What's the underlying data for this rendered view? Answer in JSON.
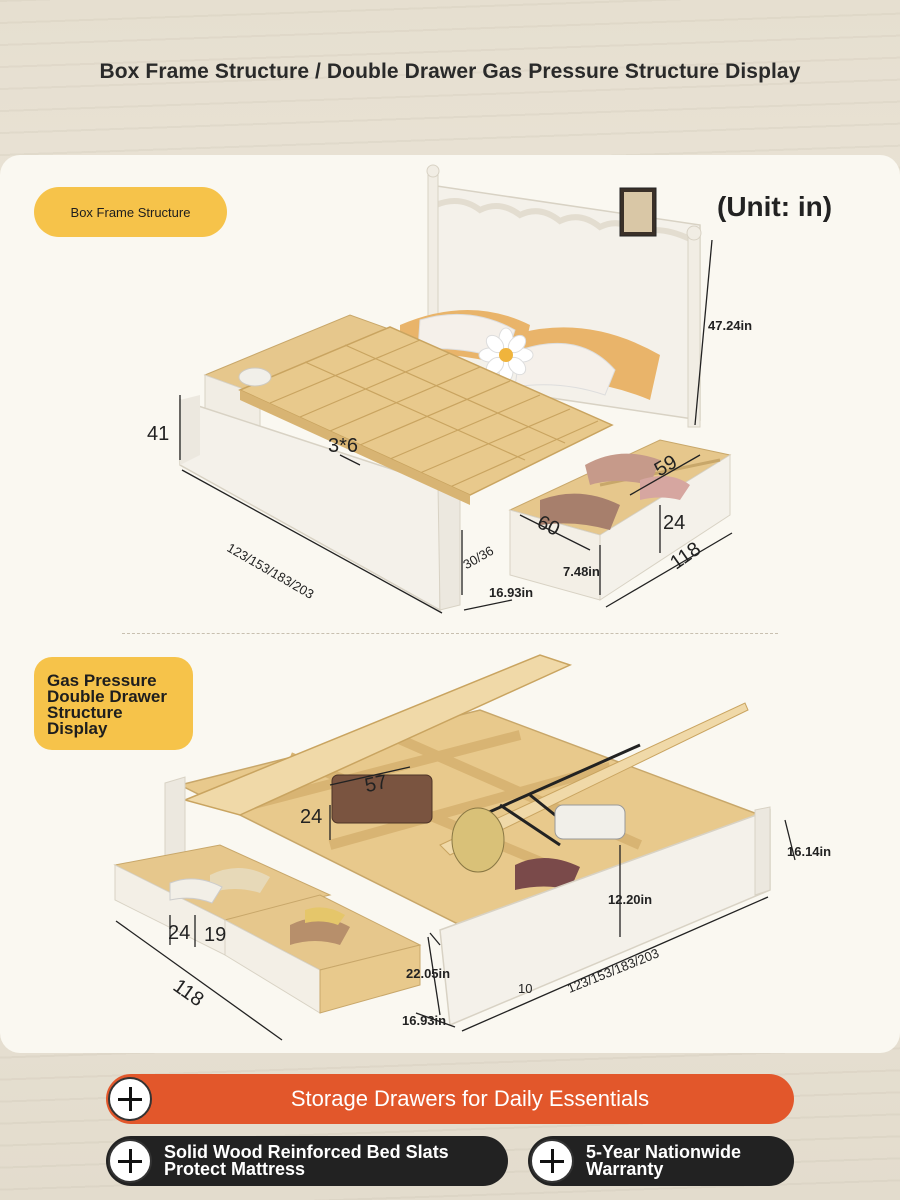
{
  "title": "Box Frame Structure / Double Drawer Gas Pressure Structure Display",
  "unit": "(Unit: in)",
  "section1": {
    "label": "Box Frame Structure",
    "dims": {
      "headboard_height": "47.24in",
      "frame_height": "41",
      "slat_size": "3*6",
      "length": "123/153/183/203",
      "drawer_width": "59",
      "drawer_depth": "60",
      "drawer_height": "24",
      "width": "118",
      "leg_height": "30/36",
      "drawer_lift": "7.48in",
      "side_depth": "16.93in"
    }
  },
  "section2": {
    "label": "Gas Pressure\nDouble Drawer\nStructure\nDisplay",
    "dims": {
      "compartment_width": "57",
      "compartment_height": "24",
      "side_height": "16.14in",
      "inner_height": "12.20in",
      "drawer_height": "24",
      "drawer_inner": "19",
      "width": "118",
      "drawer_depth": "22.05in",
      "front_offset": "10",
      "length": "123/153/183/203",
      "side_depth": "16.93in"
    }
  },
  "banner": "Storage Drawers for Daily Essentials",
  "features": [
    "Solid Wood Reinforced Bed Slats\nProtect Mattress",
    "5-Year Nationwide\nWarranty"
  ],
  "colors": {
    "accent_yellow": "#f6c34a",
    "banner_orange": "#e2572b",
    "feature_dark": "#222222",
    "wood": "#e8c98c",
    "frame_white": "#f4f1ea"
  }
}
